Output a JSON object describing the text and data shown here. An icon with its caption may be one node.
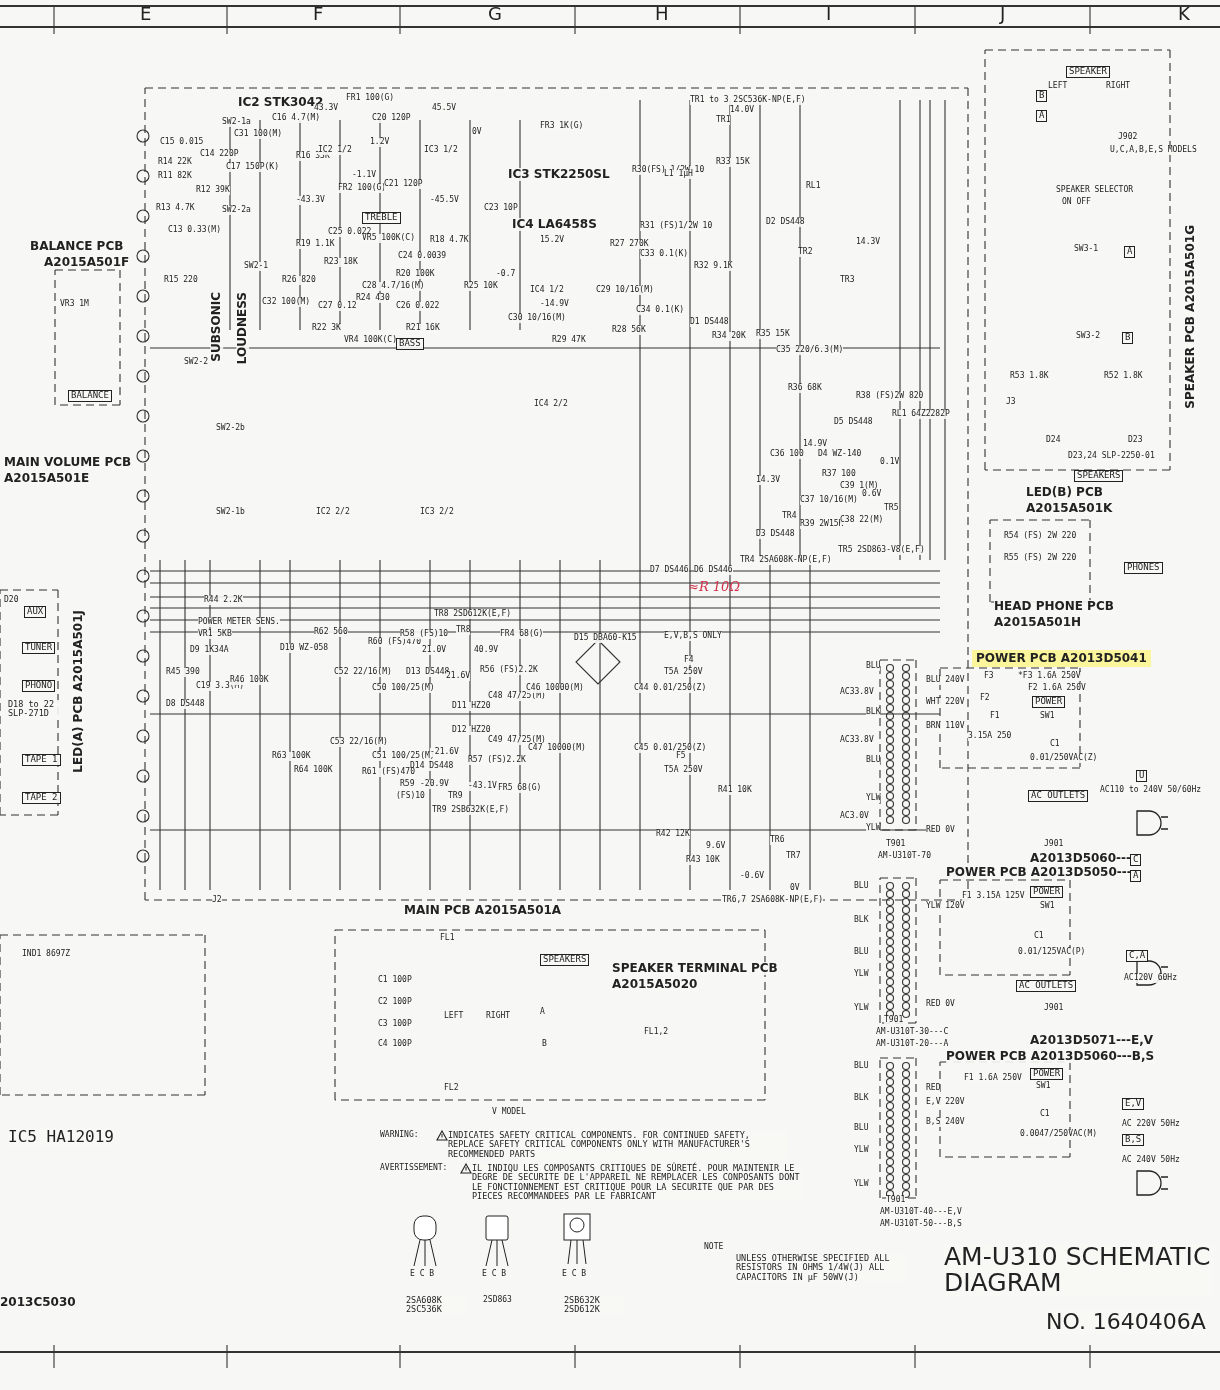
{
  "diagram": {
    "title": "AM-U310 SCHEMATIC DIAGRAM",
    "labels": [
      "E",
      "F",
      "G",
      "H",
      "I",
      "J",
      "K",
      "IC2 STK3042",
      "FR1 100(G)",
      "43.3V",
      "45.5V",
      "C15 0.015",
      "R14 22K",
      "C14 220P",
      "R11 82K",
      "R12 39K",
      "R13 4.7K",
      "C13 0.33(M)",
      "SW2-1a",
      "SW2-2a",
      "C16 4.7(M)",
      "C17 150P(K)",
      "R16 33K",
      "C31 100(M)",
      "IC2 1/2",
      "C20 120P",
      "1.2V",
      "-1.1V",
      "FR2 100(G)",
      "-43.3V",
      "C21 120P",
      "IC3 1/2",
      "0V",
      "FR3 1K(G)",
      "IC3 STK2250SL",
      "-45.5V",
      "TREBLE",
      "C23 10P",
      "IC4 LA6458S",
      "C25 0.022",
      "VR5 100K(C)",
      "C24 0.0039",
      "R18 4.7K",
      "R19 1.1K",
      "R23 18K",
      "R20 100K",
      "C28 4.7/16(M)",
      "R26 820",
      "BALANCE PCB",
      "A2015A501F",
      "R15 220",
      "VR3 1M",
      "C27 0.12",
      "R24 430",
      "C26 0.022",
      "R22 3K",
      "R21 16K",
      "VR4 100K(C)",
      "BASS",
      "SW2-2",
      "SUBSONIC",
      "LOUDNESS",
      "SW2-1",
      "C32 100(M)",
      "R25 10K",
      "15.2V",
      "-0.7",
      "IC4 1/2",
      "C30 10/16(M)",
      "-14.9V",
      "R29 47K",
      "BALANCE",
      "IC4 2/2",
      "MAIN VOLUME PCB",
      "A2015A501E",
      "SW2-2b",
      "SW2-1b",
      "IC2 2/2",
      "IC3 2/2",
      "TR1 to 3 2SC536K-NP(E,F)",
      "TR1",
      "14.0V",
      "R30(FS) 1/2W 10",
      "R31 (FS)1/2W 10",
      "L1 1μH",
      "R33 15K",
      "R27 270K",
      "C29 10/16(M)",
      "R28 56K",
      "C33 0.1(K)",
      "C34 0.1(K)",
      "R32 9.1K",
      "D1 DS448",
      "R34 20K",
      "RL1",
      "D2 DS448",
      "TR2",
      "14.3V",
      "TR3",
      "R35 15K",
      "C35 220/6.3(M)",
      "R36 68K",
      "R38 (FS)2W 820",
      "RL1 64Z2282P",
      "D5 DS448",
      "14.9V",
      "C36 100",
      "D4 WZ-140",
      "0.1V",
      "14.3V",
      "TR4",
      "R37 100",
      "C39 1(M)",
      "0.6V",
      "TR5",
      "D3 DS448",
      "C37 10/16(M)",
      "R39 2W15K",
      "C38 22(M)",
      "TR4 2SA608K-NP(E,F)",
      "TR5 2SD863-V8(E,F)",
      "D7 DS446",
      "D6 DS446",
      "≈R 10Ω",
      "SPEAKER",
      "LEFT",
      "RIGHT",
      "B",
      "A",
      "J902",
      "U,C,A,B,E,S MODELS",
      "SPEAKER SELECTOR",
      "ON OFF",
      "SW3-1",
      "A",
      "SW3-2",
      "B",
      "SPEAKER PCB A2015A501G",
      "R53 1.8K",
      "R52 1.8K",
      "J3",
      "D24",
      "D23",
      "D23,24 SLP-2250-01",
      "SPEAKERS",
      "LED(B) PCB",
      "A2015A501K",
      "R54 (FS) 2W 220",
      "R55 (FS) 2W 220",
      "PHONES",
      "HEAD PHONE PCB",
      "A2015A501H",
      "D20",
      "AUX",
      "TUNER",
      "PHONO",
      "D18 to 22 SLP-271D",
      "TAPE 1",
      "TAPE 2",
      "LED(A) PCB A2015A501J",
      "R44 2.2K",
      "POWER METER SENS.",
      "VR1 5KB",
      "D9 1K34A",
      "R45 390",
      "D8 DS448",
      "C19 3.3(M)",
      "R46 100K",
      "D10 WZ-058",
      "R62 560",
      "TR8 2SD612K(E,F)",
      "R60 (FS)470",
      "R58 (FS)10",
      "21.0V",
      "TR8",
      "40.9V",
      "FR4 68(G)",
      "D15 DBA60-K15",
      "C52 22/16(M)",
      "C50 100/25(M)",
      "D13 DS448",
      "21.6V",
      "R56 (FS)2.2K",
      "C48 47/25(M)",
      "C46 10000(M)",
      "D11 HZ20",
      "D12 HZ20",
      "C53 22/16(M)",
      "C51 100/25(M)",
      "D14 DS448",
      "-21.6V",
      "R57 (FS)2.2K",
      "C49 47/25(M)",
      "C47 10000(M)",
      "R61 (FS)470",
      "R59",
      "-20.9V",
      "(FS)10",
      "TR9",
      "-43.1V",
      "FR5 68(G)",
      "R63 100K",
      "R64 100K",
      "TR9 2SB632K(E,F)",
      "J2",
      "MAIN PCB A2015A501A",
      "E,V,B,S ONLY",
      "F4",
      "T5A 250V",
      "C44 0.01/250(Z)",
      "C45 0.01/250(Z)",
      "F5",
      "T5A 250V",
      "R41 10K",
      "R42 12K",
      "9.6V",
      "TR6",
      "R43 10K",
      "-0.6V",
      "TR7",
      "0V",
      "TR6,7 2SA608K-NP(E,F)",
      "BLU",
      "AC33.8V",
      "BLK",
      "AC33.8V",
      "BLU",
      "YLW",
      "AC3.0V",
      "YLW",
      "T901",
      "AM-U310T-70",
      "BLU 240V",
      "WHT 220V",
      "BRN 110V",
      "RED 0V",
      "POWER PCB A2013D5041",
      "F3",
      "F2",
      "F1",
      "3.15A 250",
      "*F3 1.6A 250V",
      "F2 1.6A 250V",
      "POWER",
      "SW1",
      "C1",
      "0.01/250VAC(Z)",
      "U",
      "AC OUTLETS",
      "AC110 to 240V 50/60Hz",
      "J901",
      "A2013D5060---",
      "C",
      "POWER PCB A2013D5050---",
      "A",
      "BLU",
      "BLK",
      "BLU",
      "YLW",
      "YLW",
      "YLW 120V",
      "F1 3.15A 125V",
      "POWER",
      "SW1",
      "C1",
      "0.01/125VAC(P)",
      "C,A",
      "AC120V 60Hz",
      "AC OUTLETS",
      "RED 0V",
      "J901",
      "T901",
      "AM-U310T-30---C",
      "AM-U310T-20---A",
      "A2013D5071---E,V",
      "POWER PCB A2013D5060---B,S",
      "BLU",
      "BLK",
      "BLU",
      "YLW",
      "YLW",
      "RED",
      "E,V 220V",
      "B,S 240V",
      "F1 1.6A 250V",
      "POWER",
      "SW1",
      "C1",
      "0.0047/250VAC(M)",
      "E,V",
      "AC 220V 50Hz",
      "B,S",
      "AC 240V 50Hz",
      "T901",
      "AM-U310T-40---E,V",
      "AM-U310T-50---B,S",
      "FL1",
      "SPEAKERS",
      "SPEAKER TERMINAL PCB",
      "A2015A5020",
      "C1 100P",
      "C2 100P",
      "C3 100P",
      "C4 100P",
      "LEFT",
      "RIGHT",
      "A",
      "B",
      "FL2",
      "FL1,2",
      "V MODEL",
      "WARNING:",
      "INDICATES SAFETY CRITICAL COMPONENTS. FOR CONTINUED SAFETY, REPLACE SAFETY CRITICAL COMPONENTS ONLY WITH MANUFACTURER'S RECOMMENDED PARTS",
      "AVERTISSEMENT:",
      "IL INDIQU LES COMPOSANTS CRITIQUES DE SÛRETÉ. POUR MAINTENIR LE DEGRE DE SECURITE DE L'APPAREIL NE REMPLACER LES CONPOSANTS DONT LE FONCTIONNEMENT EST CRITIQUE POUR LA SECURITE QUE PAR DES PIECES RECOMMANDEES PAR LE FABRICANT",
      "E C B",
      "E C B",
      "E C B",
      "2SA608K 2SC536K",
      "2SD863",
      "2SB632K 2SD612K",
      "NOTE",
      "UNLESS OTHERWISE SPECIFIED ALL RESISTORS IN OHMS 1/4W(J) ALL CAPACITORS IN μF 50WV(J)",
      "NO. 1640406A",
      "IND1 8697Z",
      "IC5 HA12019",
      "2013C5030"
    ]
  }
}
